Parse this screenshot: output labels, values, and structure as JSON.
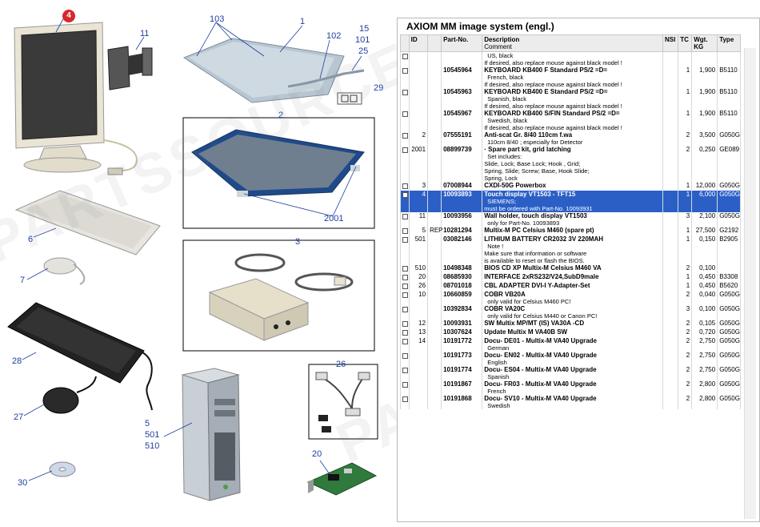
{
  "title": "AXIOM MM image system (engl.)",
  "watermark_text": "PARTSSOURCE",
  "columns": {
    "id": "ID",
    "part_no": "Part-No.",
    "description": "Description",
    "comment": "Comment",
    "nsi": "NSI",
    "tc": "TC",
    "wgt": "Wgt.",
    "wgt_unit": "KG",
    "type": "Type"
  },
  "rows": [
    {
      "id": "",
      "rep": "",
      "part_no": "",
      "desc": "",
      "sub": [
        "US, black",
        "If desired, also replace mouse against black model !"
      ],
      "tc": "",
      "wgt": "",
      "type": "",
      "first": true
    },
    {
      "id": "",
      "rep": "",
      "part_no": "10545964",
      "desc": "KEYBOARD KB400 F Standard PS/2 =D=",
      "sub": [
        "French, black",
        "If desired, also replace mouse against black model !"
      ],
      "tc": "1",
      "wgt": "1,900",
      "type": "B5110"
    },
    {
      "id": "",
      "rep": "",
      "part_no": "10545963",
      "desc": "KEYBOARD KB400 E Standard PS/2 =D=",
      "sub": [
        "Spanish, black",
        "If desired, also replace mouse against black model !"
      ],
      "tc": "1",
      "wgt": "1,900",
      "type": "B5110"
    },
    {
      "id": "",
      "rep": "",
      "part_no": "10545967",
      "desc": "KEYBOARD KB400 S/FIN Standard PS/2 =D=",
      "sub": [
        "Swedish, black",
        "If desired, also replace mouse against black model !"
      ],
      "tc": "1",
      "wgt": "1,900",
      "type": "B5110"
    },
    {
      "id": "2",
      "rep": "",
      "part_no": "07555191",
      "desc": "Anti-scat Gr. 8/40 110cm f.wa",
      "sub": [
        "110cm 8/40 ; especially for Detector"
      ],
      "tc": "2",
      "wgt": "3,500",
      "type": "G050G"
    },
    {
      "id": "2001",
      "rep": "",
      "part_no": "08899739",
      "desc": "· Spare part kit, grid latching",
      "sub": [
        "Set includes:",
        "Slide, Lock; Base Lock; Hook , Grid;",
        "Spring, Slide; Screw; Base, Hook Slide;",
        "Spring, Lock"
      ],
      "tc": "2",
      "wgt": "0,250",
      "type": "GE089"
    },
    {
      "id": "3",
      "rep": "",
      "part_no": "07008944",
      "desc": "CXDI-50G Powerbox",
      "sub": [],
      "tc": "1",
      "wgt": "12,000",
      "type": "G050G"
    },
    {
      "id": "4",
      "rep": "",
      "part_no": "10093893",
      "desc": "Touch display VT1503 - TFT15",
      "sub": [
        "SIEMENS;",
        "must be ordered with Part-No. 10093931"
      ],
      "tc": "1",
      "wgt": "6,000",
      "type": "G050G",
      "selected": true
    },
    {
      "id": "11",
      "rep": "",
      "part_no": "10093956",
      "desc": "Wall holder, touch display VT1503",
      "sub": [
        "only for Part-No. 10093893"
      ],
      "tc": "3",
      "wgt": "2,100",
      "type": "G050G"
    },
    {
      "id": "5",
      "rep": "REP",
      "part_no": "10281294",
      "desc": "Multix-M PC Celsius M460 (spare pt)",
      "sub": [],
      "tc": "1",
      "wgt": "27,500",
      "type": "G2192"
    },
    {
      "id": "501",
      "rep": "",
      "part_no": "03082146",
      "desc": "LITHIUM BATTERY CR2032 3V 220MAH",
      "sub": [
        "Note !",
        "Make sure that information or software",
        "is available to reset or flash the BIOS."
      ],
      "tc": "1",
      "wgt": "0,150",
      "type": "B2905"
    },
    {
      "id": "510",
      "rep": "",
      "part_no": "10498348",
      "desc": "BIOS CD XP Multix-M Celsius M460 VA",
      "sub": [],
      "tc": "2",
      "wgt": "0,100",
      "type": ""
    },
    {
      "id": "20",
      "rep": "",
      "part_no": "08685930",
      "desc": "INTERFACE 2xRS232/V24,SubD9male",
      "sub": [],
      "tc": "1",
      "wgt": "0,450",
      "type": "B3308"
    },
    {
      "id": "26",
      "rep": "",
      "part_no": "08701018",
      "desc": "CBL ADAPTER DVI-I Y-Adapter-Set",
      "sub": [],
      "tc": "1",
      "wgt": "0,450",
      "type": "B5620"
    },
    {
      "id": "10",
      "rep": "",
      "part_no": "10660859",
      "desc": "COBR VB20A",
      "sub": [
        "only valid for Celsius M460 PC!"
      ],
      "tc": "2",
      "wgt": "0,040",
      "type": "G050G"
    },
    {
      "id": "",
      "rep": "",
      "part_no": "10392834",
      "desc": "COBR VA20C",
      "sub": [
        "only valid for Celsius M440 or Canon PC!"
      ],
      "tc": "3",
      "wgt": "0,100",
      "type": "G050G"
    },
    {
      "id": "12",
      "rep": "",
      "part_no": "10093931",
      "desc": "SW Multix MP/MT (IS) VA30A -CD",
      "sub": [],
      "tc": "2",
      "wgt": "0,105",
      "type": "G050G"
    },
    {
      "id": "13",
      "rep": "",
      "part_no": "10307624",
      "desc": "Update Multix M VA40B SW",
      "sub": [],
      "tc": "2",
      "wgt": "0,720",
      "type": "G050G"
    },
    {
      "id": "14",
      "rep": "",
      "part_no": "10191772",
      "desc": "Docu- DE01 - Multix-M VA40 Upgrade",
      "sub": [
        "German"
      ],
      "tc": "2",
      "wgt": "2,750",
      "type": "G050G"
    },
    {
      "id": "",
      "rep": "",
      "part_no": "10191773",
      "desc": "Docu- EN02 - Multix-M VA40 Upgrade",
      "sub": [
        "English"
      ],
      "tc": "2",
      "wgt": "2,750",
      "type": "G050G"
    },
    {
      "id": "",
      "rep": "",
      "part_no": "10191774",
      "desc": "Docu- ES04 - Multix-M VA40 Upgrade",
      "sub": [
        "Spanish"
      ],
      "tc": "2",
      "wgt": "2,750",
      "type": "G050G"
    },
    {
      "id": "",
      "rep": "",
      "part_no": "10191867",
      "desc": "Docu- FR03 - Multix-M VA40 Upgrade",
      "sub": [
        "French"
      ],
      "tc": "2",
      "wgt": "2,800",
      "type": "G050G"
    },
    {
      "id": "",
      "rep": "",
      "part_no": "10191868",
      "desc": "Docu- SV10 - Multix-M VA40 Upgrade",
      "sub": [
        "Swedish"
      ],
      "tc": "2",
      "wgt": "2,800",
      "type": "G050G"
    }
  ],
  "callouts": {
    "c4": "4",
    "c11": "11",
    "c103": "103",
    "c1": "1",
    "c15": "15",
    "c102": "102",
    "c101": "101",
    "c25": "25",
    "c29": "29",
    "c2": "2",
    "c2001": "2001",
    "c6": "6",
    "c7": "7",
    "c3": "3",
    "c28": "28",
    "c27": "27",
    "c26": "26",
    "c5": "5",
    "c501": "501",
    "c510": "510",
    "c20": "20",
    "c30": "30"
  }
}
